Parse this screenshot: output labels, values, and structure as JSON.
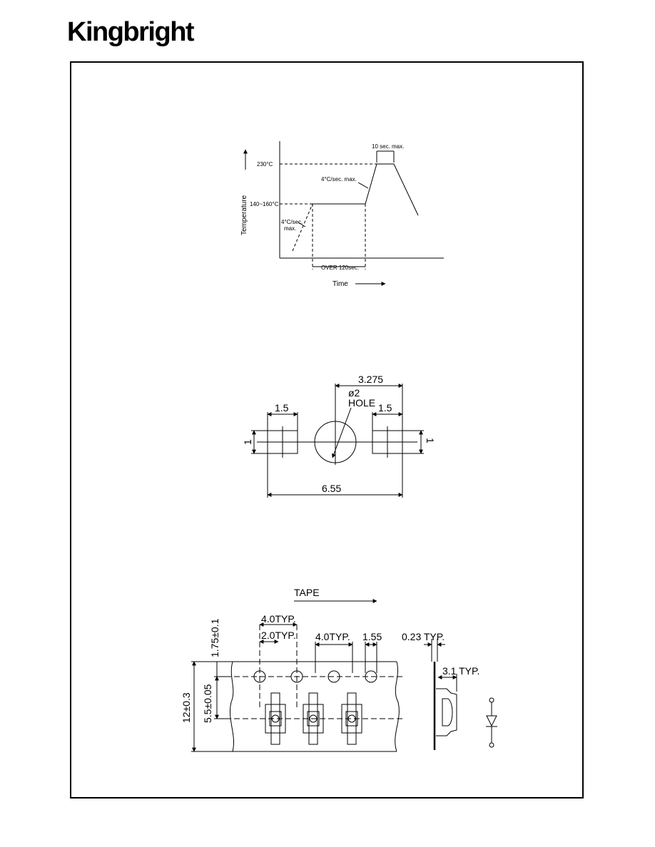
{
  "header": {
    "logo_text": "Kingbright"
  },
  "reflow_profile": {
    "y_axis_label": "Temperature",
    "x_axis_label": "Time",
    "peak_temp": "230°C",
    "preheat_temp": "140~160°C",
    "peak_time": "10 sec. max.",
    "ramp_up_rate": "4°C/sec. max.",
    "initial_ramp_rate_line1": "4°C/sec.",
    "initial_ramp_rate_line2": "max.",
    "preheat_time": "OVER 120sec."
  },
  "pad_layout": {
    "overall_width": "6.55",
    "pad_pitch": "3.275",
    "pad_width_left": "1.5",
    "pad_width_right": "1.5",
    "pad_height_left": "1",
    "pad_height_right": "1",
    "hole_diameter": "ø2",
    "hole_label": "HOLE"
  },
  "tape": {
    "direction_label": "TAPE",
    "pocket_pitch": "4.0TYP.",
    "hole_to_pocket": "2.0TYP.",
    "sprocket_pitch": "4.0TYP.",
    "sprocket_diameter": "1.55",
    "tape_thickness": "0.23 TYP.",
    "pocket_depth": "3.1 TYP.",
    "edge_to_hole": "1.75±0.1",
    "hole_to_pocket_center": "5.5±0.05",
    "tape_width": "12±0.3"
  }
}
